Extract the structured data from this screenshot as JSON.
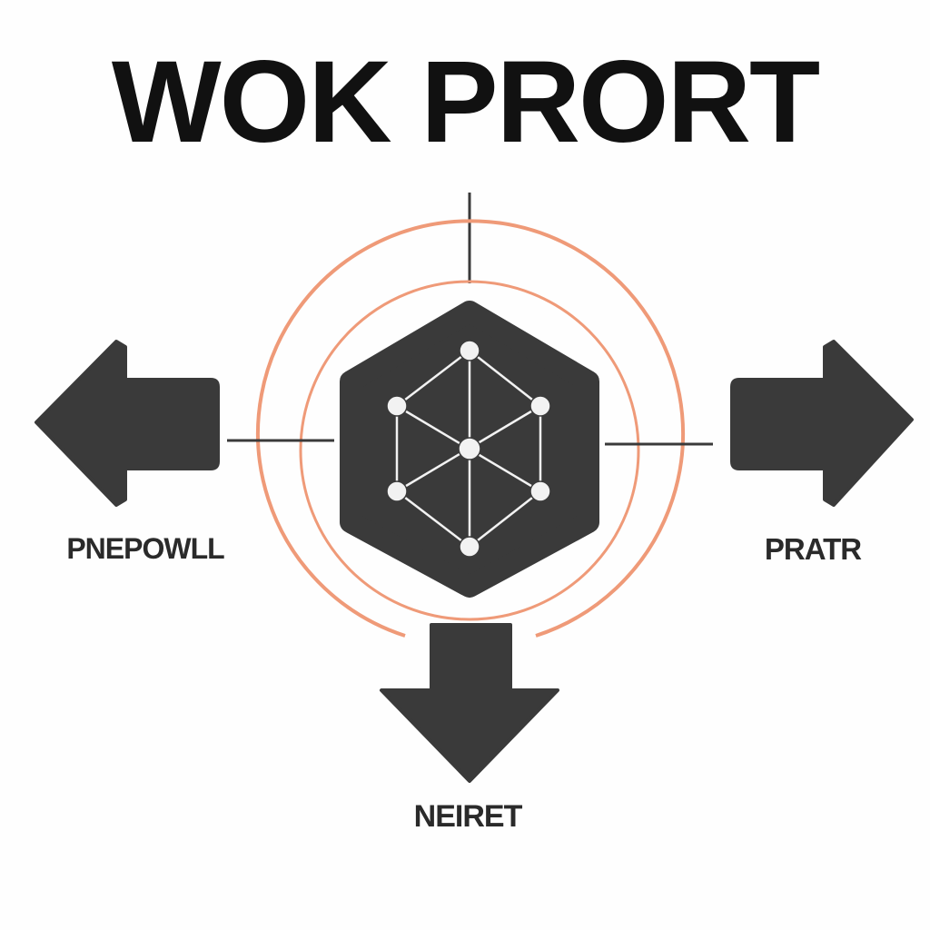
{
  "title": "WOK PRORT",
  "labels": {
    "left": "PNEPOWLL",
    "right": "PRATR",
    "bottom": "NEIRET"
  },
  "colors": {
    "ink": "#3a3a3a",
    "ring": "#ef9a78",
    "node": "#f2f2f2",
    "background": "#fefefe"
  },
  "icons": {
    "center": "hexagon-network-icon",
    "left_arrow": "arrow-left-icon",
    "right_arrow": "arrow-right-icon",
    "bottom_arrow": "arrow-down-icon"
  }
}
